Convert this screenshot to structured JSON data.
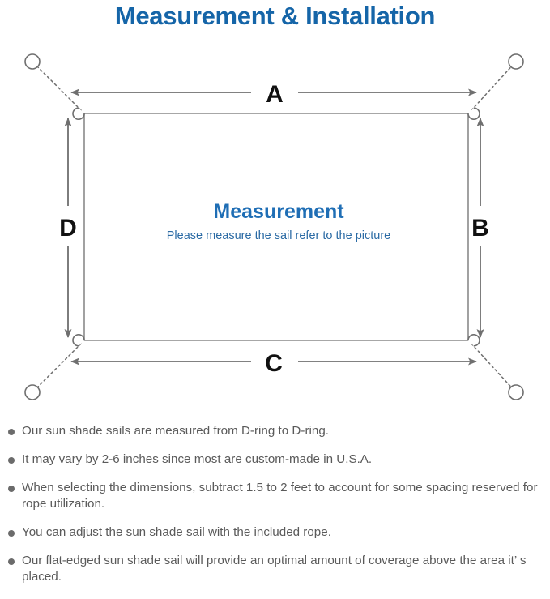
{
  "header": {
    "title": "Measurement & Installation",
    "title_color": "#1565a8"
  },
  "diagram": {
    "center_heading": "Measurement",
    "center_subtext": "Please measure the sail refer to the picture",
    "center_heading_color": "#1f6eb5",
    "center_subtext_color": "#2a6aa4",
    "line_color": "#6f6f6f",
    "sail_edge_color": "#8a8a8a",
    "dimension_labels": {
      "top": "A",
      "right": "B",
      "bottom": "C",
      "left": "D"
    },
    "anchors": [
      {
        "name": "top-left-anchor-point"
      },
      {
        "name": "top-right-anchor-point"
      },
      {
        "name": "bottom-left-anchor-point"
      },
      {
        "name": "bottom-right-anchor-point"
      }
    ],
    "d_rings": [
      {
        "name": "top-left-d-ring"
      },
      {
        "name": "top-right-d-ring"
      },
      {
        "name": "bottom-left-d-ring"
      },
      {
        "name": "bottom-right-d-ring"
      }
    ]
  },
  "notes": [
    "Our sun shade sails are measured from D-ring to D-ring.",
    "It may vary by 2-6 inches since most are custom-made in U.S.A.",
    "When selecting the dimensions, subtract 1.5 to 2 feet to account for some spacing reserved for rope utilization.",
    "You can adjust the sun shade sail with the included rope.",
    "Our flat-edged sun shade sail will provide an optimal amount of coverage above the area it’ s placed."
  ]
}
